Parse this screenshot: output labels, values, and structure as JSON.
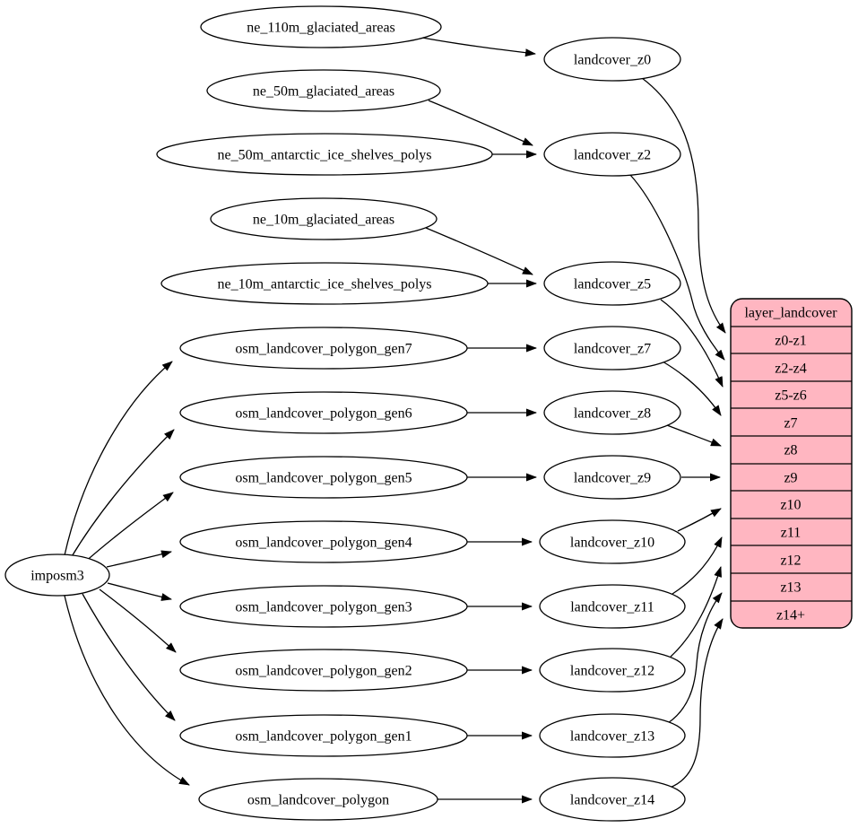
{
  "nodes": {
    "imposm3": "imposm3",
    "ne_110m_glaciated_areas": "ne_110m_glaciated_areas",
    "ne_50m_glaciated_areas": "ne_50m_glaciated_areas",
    "ne_50m_antarctic_ice_shelves_polys": "ne_50m_antarctic_ice_shelves_polys",
    "ne_10m_glaciated_areas": "ne_10m_glaciated_areas",
    "ne_10m_antarctic_ice_shelves_polys": "ne_10m_antarctic_ice_shelves_polys",
    "osm_landcover_polygon_gen7": "osm_landcover_polygon_gen7",
    "osm_landcover_polygon_gen6": "osm_landcover_polygon_gen6",
    "osm_landcover_polygon_gen5": "osm_landcover_polygon_gen5",
    "osm_landcover_polygon_gen4": "osm_landcover_polygon_gen4",
    "osm_landcover_polygon_gen3": "osm_landcover_polygon_gen3",
    "osm_landcover_polygon_gen2": "osm_landcover_polygon_gen2",
    "osm_landcover_polygon_gen1": "osm_landcover_polygon_gen1",
    "osm_landcover_polygon": "osm_landcover_polygon",
    "landcover_z0": "landcover_z0",
    "landcover_z2": "landcover_z2",
    "landcover_z5": "landcover_z5",
    "landcover_z7": "landcover_z7",
    "landcover_z8": "landcover_z8",
    "landcover_z9": "landcover_z9",
    "landcover_z10": "landcover_z10",
    "landcover_z11": "landcover_z11",
    "landcover_z12": "landcover_z12",
    "landcover_z13": "landcover_z13",
    "landcover_z14": "landcover_z14"
  },
  "table": {
    "title": "layer_landcover",
    "rows": [
      "z0-z1",
      "z2-z4",
      "z5-z6",
      "z7",
      "z8",
      "z9",
      "z10",
      "z11",
      "z12",
      "z13",
      "z14+"
    ]
  },
  "edges": [
    {
      "from": "imposm3",
      "to": "osm_landcover_polygon_gen7"
    },
    {
      "from": "imposm3",
      "to": "osm_landcover_polygon_gen6"
    },
    {
      "from": "imposm3",
      "to": "osm_landcover_polygon_gen5"
    },
    {
      "from": "imposm3",
      "to": "osm_landcover_polygon_gen4"
    },
    {
      "from": "imposm3",
      "to": "osm_landcover_polygon_gen3"
    },
    {
      "from": "imposm3",
      "to": "osm_landcover_polygon_gen2"
    },
    {
      "from": "imposm3",
      "to": "osm_landcover_polygon_gen1"
    },
    {
      "from": "imposm3",
      "to": "osm_landcover_polygon"
    },
    {
      "from": "ne_110m_glaciated_areas",
      "to": "landcover_z0"
    },
    {
      "from": "ne_50m_glaciated_areas",
      "to": "landcover_z2"
    },
    {
      "from": "ne_50m_antarctic_ice_shelves_polys",
      "to": "landcover_z2"
    },
    {
      "from": "ne_10m_glaciated_areas",
      "to": "landcover_z5"
    },
    {
      "from": "ne_10m_antarctic_ice_shelves_polys",
      "to": "landcover_z5"
    },
    {
      "from": "osm_landcover_polygon_gen7",
      "to": "landcover_z7"
    },
    {
      "from": "osm_landcover_polygon_gen6",
      "to": "landcover_z8"
    },
    {
      "from": "osm_landcover_polygon_gen5",
      "to": "landcover_z9"
    },
    {
      "from": "osm_landcover_polygon_gen4",
      "to": "landcover_z10"
    },
    {
      "from": "osm_landcover_polygon_gen3",
      "to": "landcover_z11"
    },
    {
      "from": "osm_landcover_polygon_gen2",
      "to": "landcover_z12"
    },
    {
      "from": "osm_landcover_polygon_gen1",
      "to": "landcover_z13"
    },
    {
      "from": "osm_landcover_polygon",
      "to": "landcover_z14"
    },
    {
      "from": "landcover_z0",
      "to": "layer_landcover.z0-z1"
    },
    {
      "from": "landcover_z2",
      "to": "layer_landcover.z2-z4"
    },
    {
      "from": "landcover_z5",
      "to": "layer_landcover.z5-z6"
    },
    {
      "from": "landcover_z7",
      "to": "layer_landcover.z7"
    },
    {
      "from": "landcover_z8",
      "to": "layer_landcover.z8"
    },
    {
      "from": "landcover_z9",
      "to": "layer_landcover.z9"
    },
    {
      "from": "landcover_z10",
      "to": "layer_landcover.z10"
    },
    {
      "from": "landcover_z11",
      "to": "layer_landcover.z11"
    },
    {
      "from": "landcover_z12",
      "to": "layer_landcover.z12"
    },
    {
      "from": "landcover_z13",
      "to": "layer_landcover.z13"
    },
    {
      "from": "landcover_z14",
      "to": "layer_landcover.z14+"
    }
  ],
  "colors": {
    "background": "#ffffff",
    "node_fill": "#ffffff",
    "node_stroke": "#000000",
    "edge_color": "#000000",
    "table_fill": "#ffb6c1",
    "text_color": "#000000"
  }
}
